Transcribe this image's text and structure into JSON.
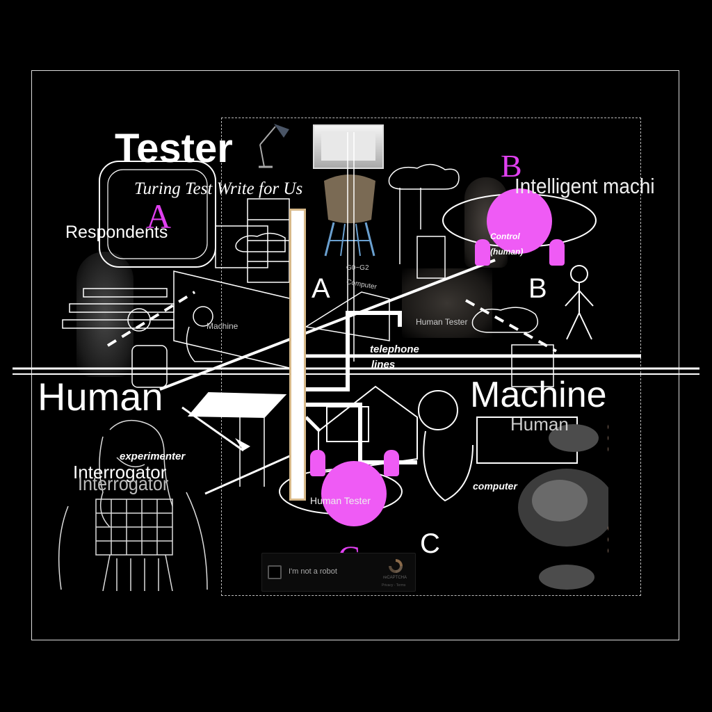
{
  "texts": {
    "tester": "Tester",
    "turing": "Turing Test Write for Us",
    "respondents": "Respondents",
    "human": "Human",
    "machine": "Machine",
    "intelligent": "Intelligent machi",
    "label_a": "A",
    "label_b": "B",
    "label_c": "C",
    "label_a2": "A",
    "label_b2": "B",
    "label_c2": "C",
    "experimenter": "experimenter",
    "interrogator1": "Interrogator",
    "interrogator2": "Interrogator",
    "telephone": "telephone",
    "lines": "lines",
    "computer": "computer",
    "control": "Control",
    "control_human": "(human)",
    "machine_small": "Machine",
    "human_tester_small": "Human Tester",
    "human_small": "Human",
    "human_tester": "Human Tester",
    "g2": "G0~G2",
    "computer_small": "Computer"
  },
  "captcha": {
    "label": "I'm not a robot",
    "brand": "reCAPTCHA",
    "links": "Privacy - Terms"
  },
  "colors": {
    "background": "#000000",
    "accent_magenta": "#ef5bf5",
    "label_magenta": "#e040f0",
    "line": "#ffffff"
  },
  "icons": [
    "desk-lamp-icon",
    "computer-monitor-icon",
    "stick-figure-icon",
    "recaptcha-logo-icon"
  ]
}
